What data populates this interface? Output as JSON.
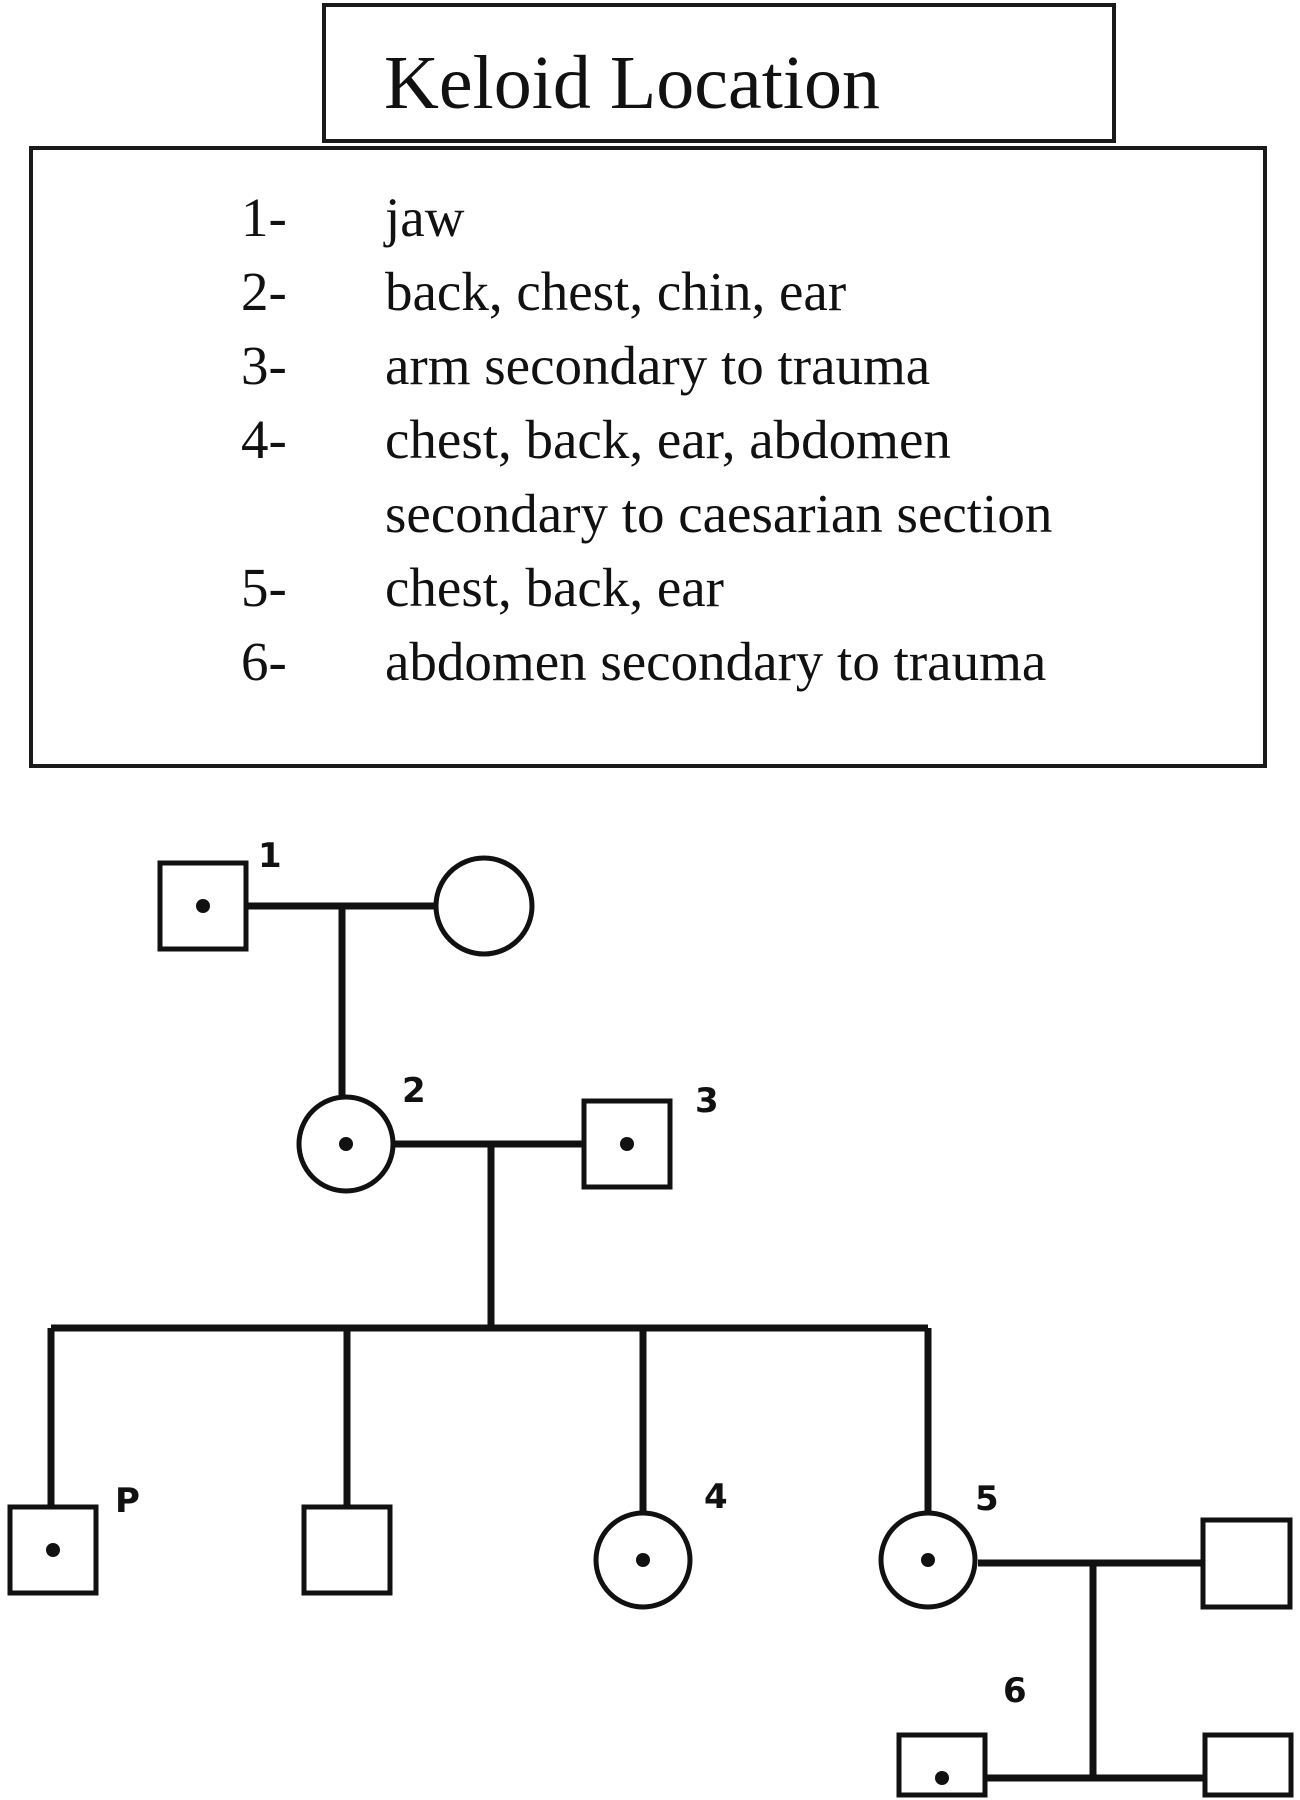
{
  "title": "Keloid Location",
  "legend": [
    {
      "num": "1-",
      "text": "jaw"
    },
    {
      "num": "2-",
      "text": "back, chest, chin, ear"
    },
    {
      "num": "3-",
      "text": "arm secondary to trauma"
    },
    {
      "num": "4-",
      "text": "chest, back, ear, abdomen"
    },
    {
      "num": "",
      "text": "secondary to caesarian section"
    },
    {
      "num": "5-",
      "text": "chest, back, ear"
    },
    {
      "num": "6-",
      "text": "abdomen secondary to trauma"
    }
  ],
  "pedigree": {
    "labels": {
      "p1": "1",
      "p2": "2",
      "p3": "3",
      "proband": "P",
      "p4": "4",
      "p5": "5",
      "p6": "6"
    }
  },
  "colors": {
    "ink": "#111111",
    "background": "#ffffff"
  }
}
